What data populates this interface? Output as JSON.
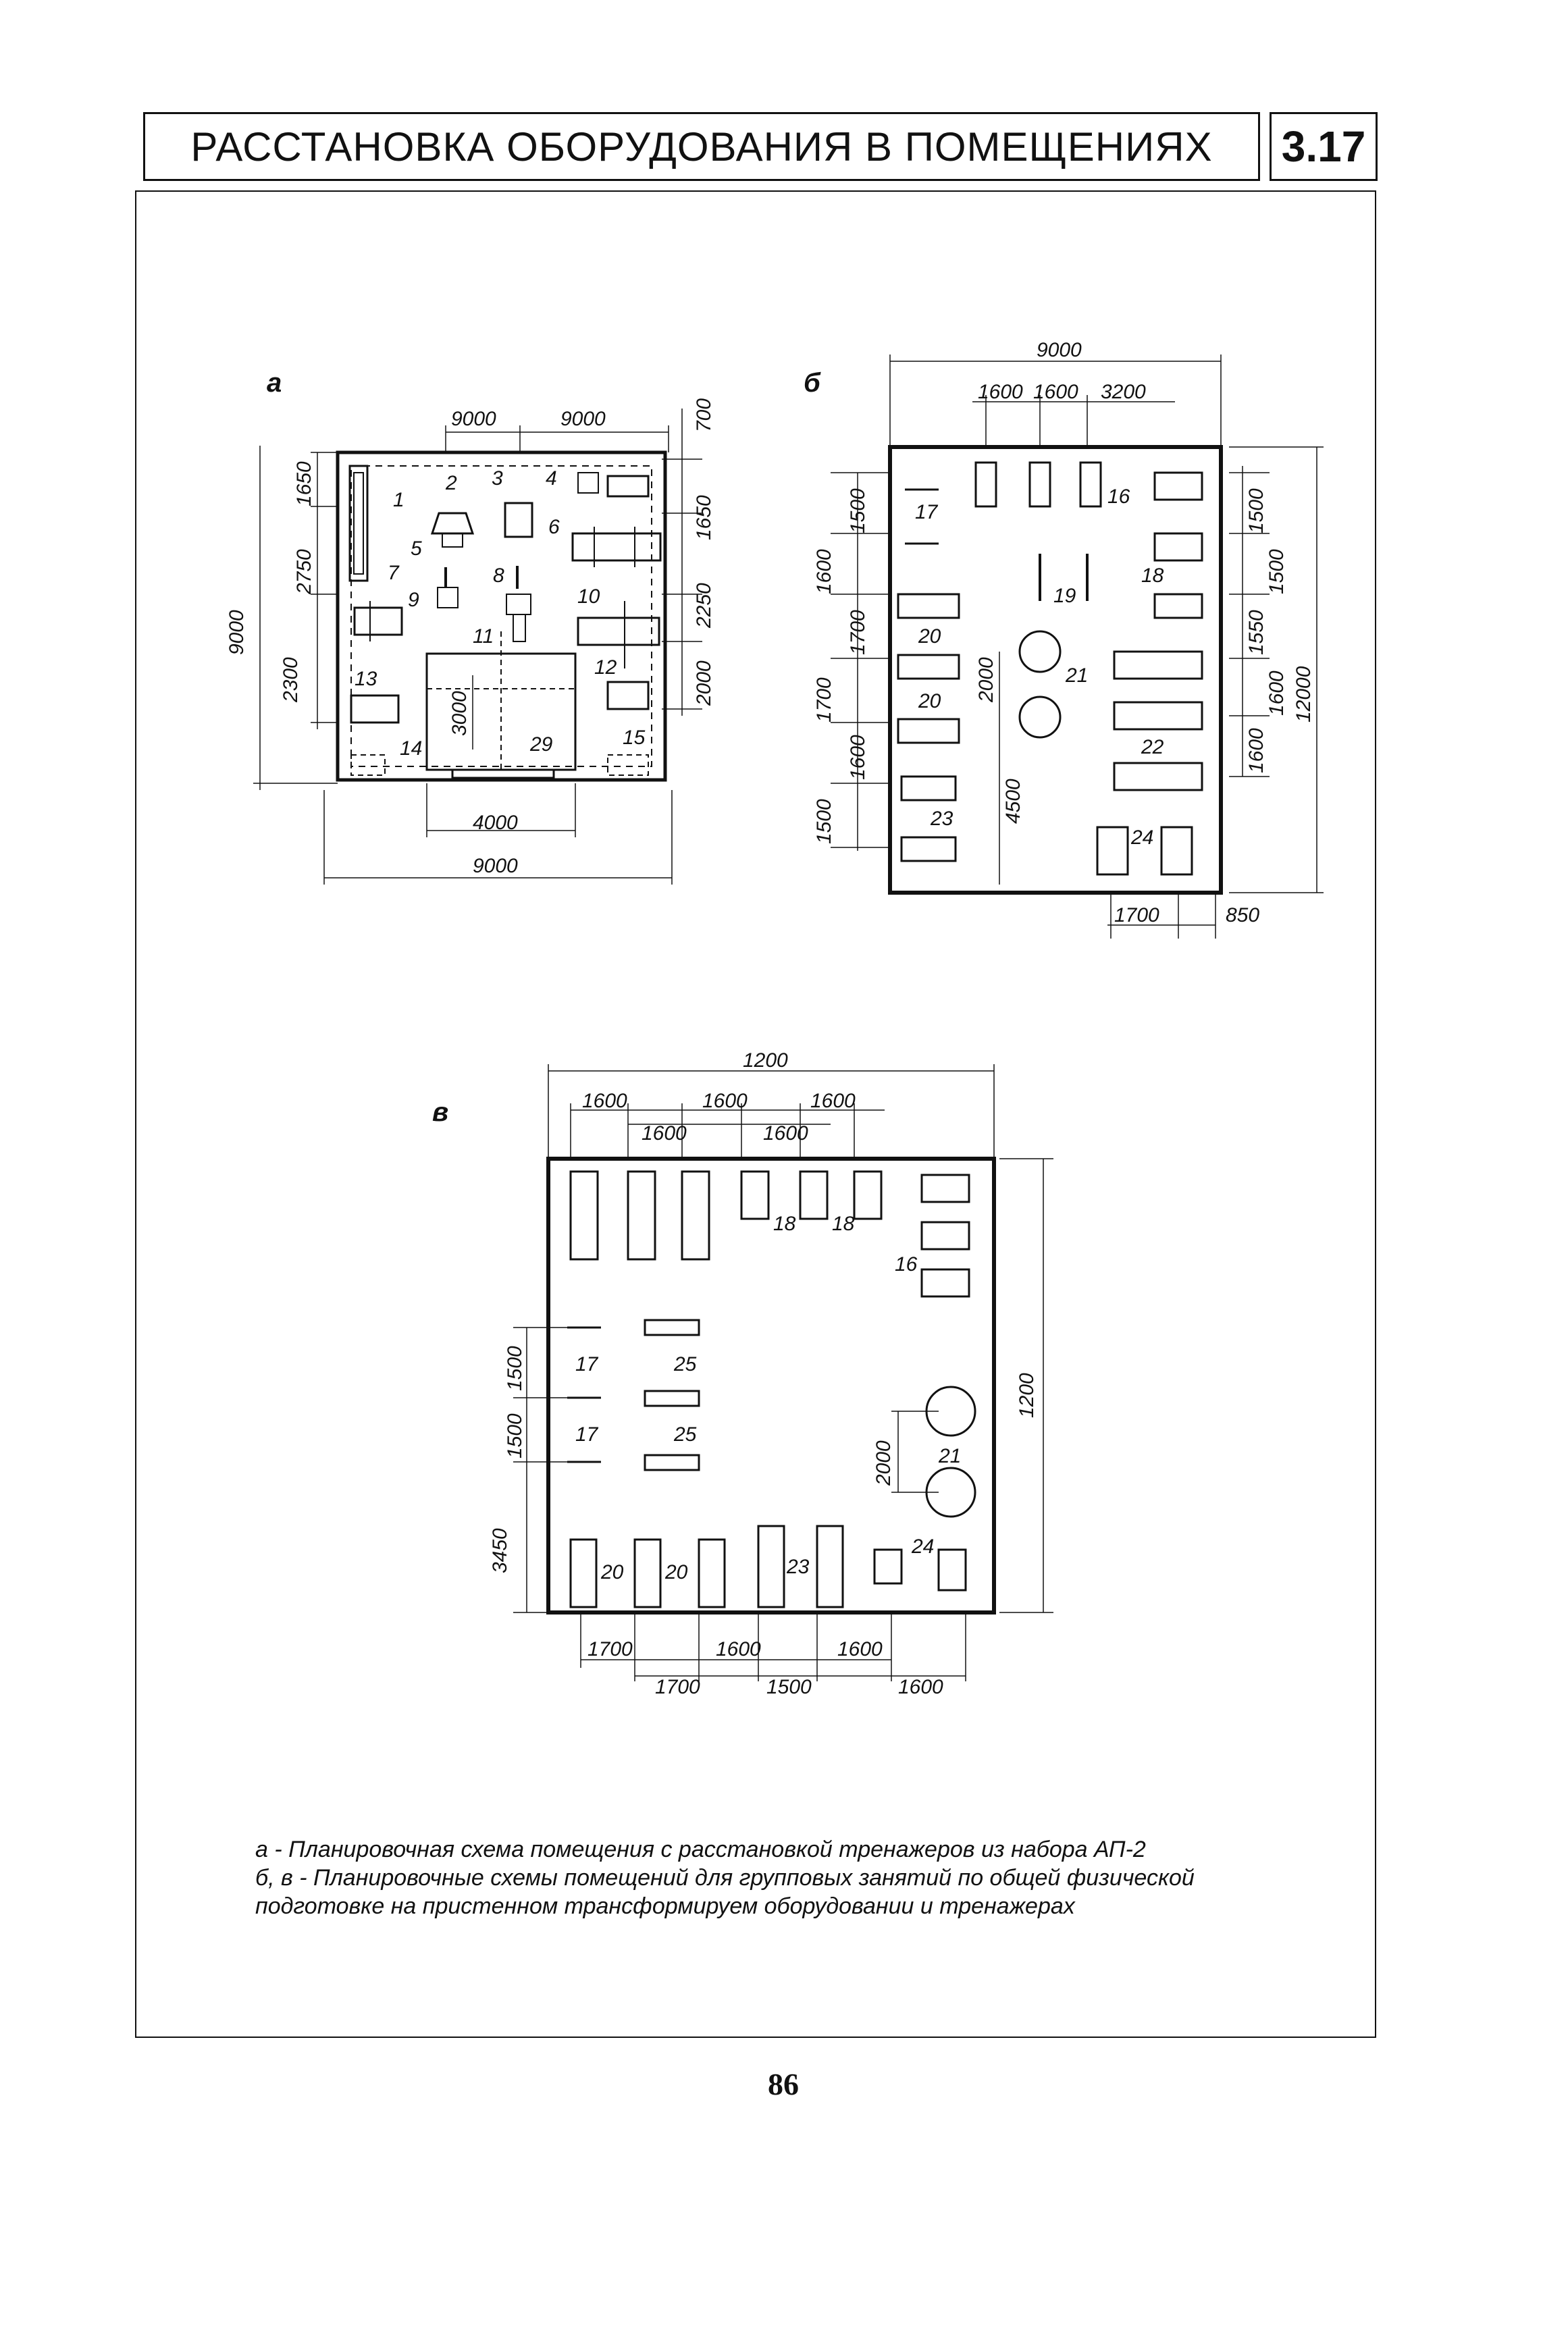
{
  "header": {
    "title": "РАССТАНОВКА ОБОРУДОВАНИЯ В ПОМЕЩЕНИЯХ",
    "section_number": "3.17"
  },
  "plan_a": {
    "letter": "а",
    "dims_top": [
      "9000",
      "9000",
      "700"
    ],
    "dims_left": [
      "1650",
      "2750",
      "2300"
    ],
    "dims_left_total": "9000",
    "dims_right": [
      "1650",
      "2250",
      "2000"
    ],
    "dims_inner": "3000",
    "dims_bottom": [
      "4000",
      "9000"
    ],
    "labels": [
      "1",
      "2",
      "3",
      "4",
      "5",
      "6",
      "7",
      "8",
      "9",
      "10",
      "11",
      "12",
      "13",
      "14",
      "15",
      "29"
    ]
  },
  "plan_b": {
    "letter": "б",
    "dims_top_total": "9000",
    "dims_top": [
      "1600",
      "1600",
      "3200"
    ],
    "dims_left": [
      "1500",
      "1600",
      "1700",
      "1700",
      "1600",
      "1500"
    ],
    "dims_inner": [
      "2000",
      "4500"
    ],
    "dims_right": [
      "1500",
      "1500",
      "1550",
      "1600",
      "1600",
      "12000"
    ],
    "dims_bottom": [
      "1700",
      "850"
    ],
    "labels": [
      "16",
      "17",
      "18",
      "19",
      "20",
      "20",
      "21",
      "22",
      "23",
      "24"
    ]
  },
  "plan_v": {
    "letter": "в",
    "dims_top_total": "1200",
    "dims_top_row1": [
      "1600",
      "1600",
      "1600"
    ],
    "dims_top_row2": [
      "1600",
      "1600"
    ],
    "dims_right": "1200",
    "dims_left": [
      "1500",
      "1500",
      "3450"
    ],
    "dims_inner": "2000",
    "dims_bottom_row1": [
      "1700",
      "1600",
      "1600"
    ],
    "dims_bottom_row2": [
      "1700",
      "1500",
      "1600"
    ],
    "labels": [
      "18",
      "18",
      "16",
      "17",
      "25",
      "17",
      "25",
      "21",
      "24",
      "20",
      "20",
      "23"
    ]
  },
  "caption": {
    "line1": "а - Планировочная схема помещения с расстановкой тренажеров из набора АП-2",
    "line2": "б, в - Планировочные схемы помещений для групповых занятий по общей физической",
    "line3": "подготовке на пристенном трансформируем оборудовании и тренажерах"
  },
  "page_number": "86"
}
